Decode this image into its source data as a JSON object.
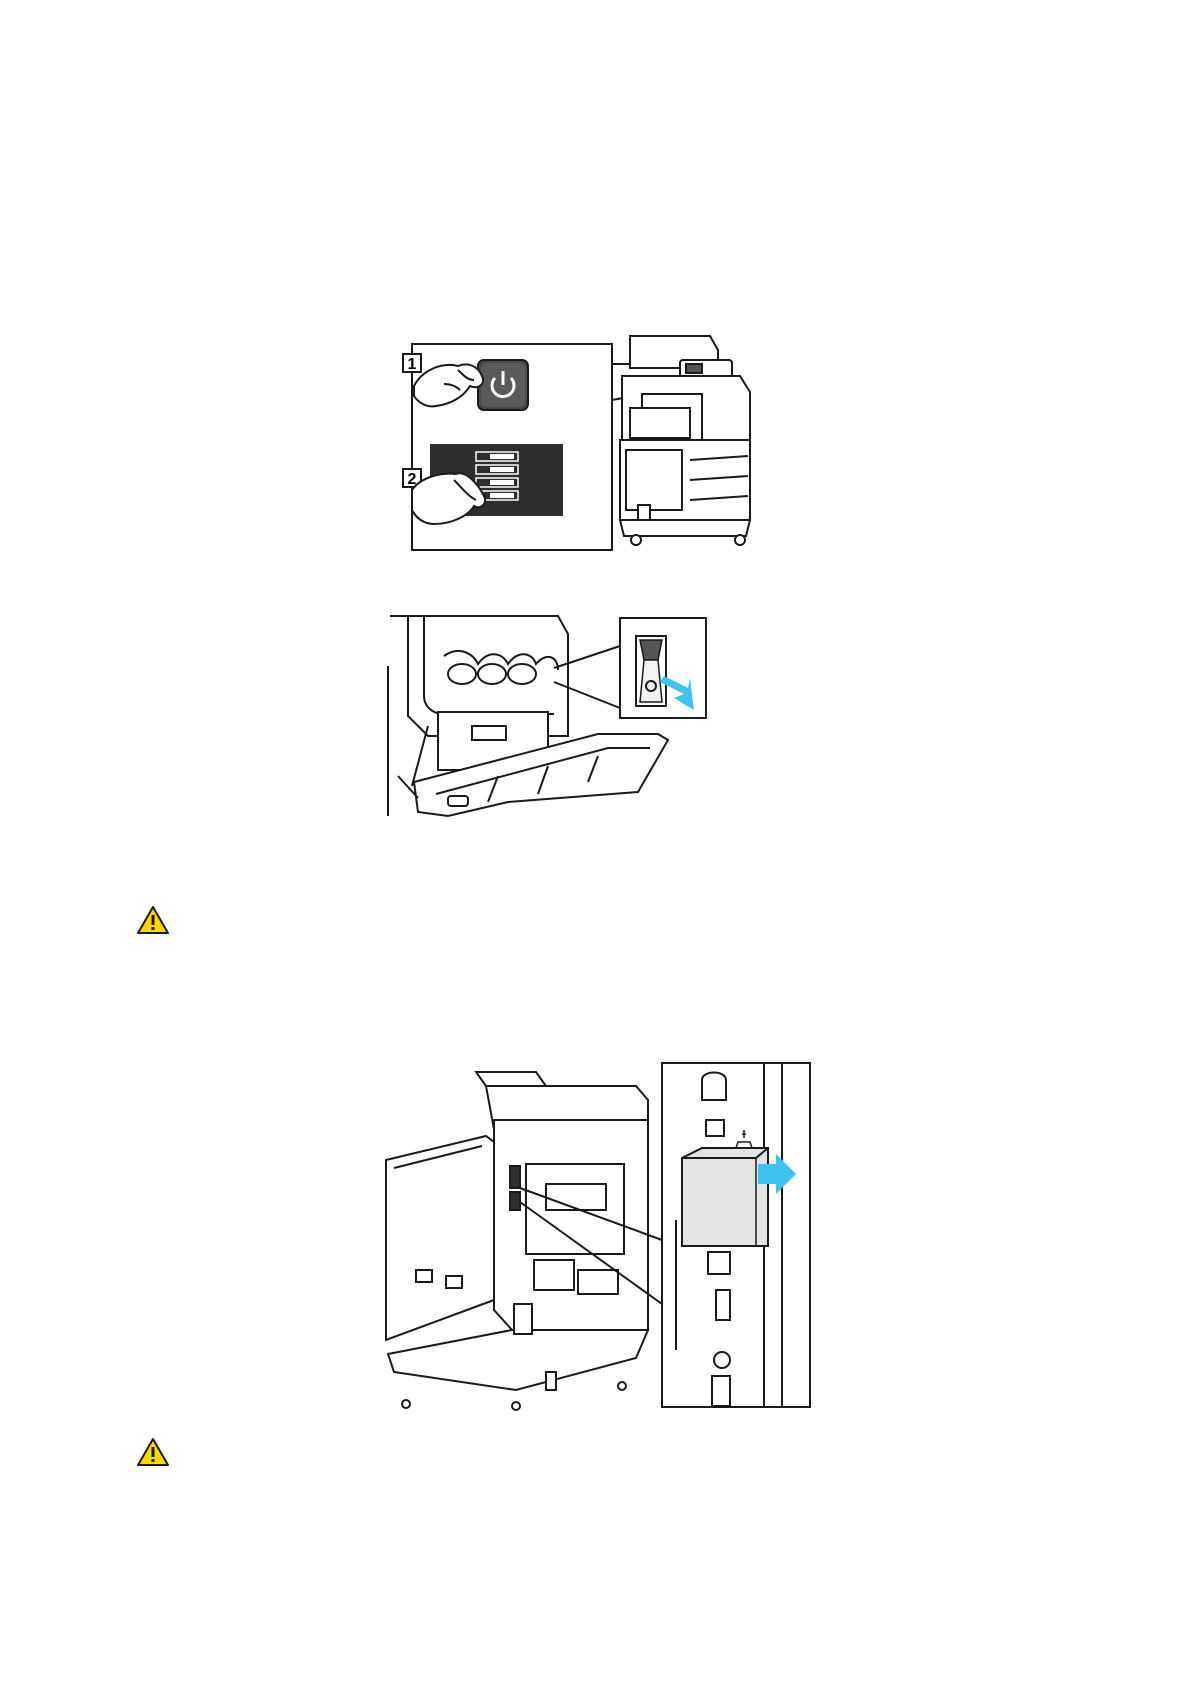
{
  "page": {
    "figures": [
      {
        "id": "power-down-panel",
        "callouts": [
          "1",
          "2"
        ],
        "icons": [
          "hand-icon",
          "power-button-icon",
          "touchscreen-menu-icon",
          "printer-icon"
        ]
      },
      {
        "id": "main-power-switch",
        "icons": [
          "power-rocker-switch-icon",
          "arrow-icon",
          "printer-front-door-icon"
        ]
      },
      {
        "id": "power-cord-unplug",
        "icons": [
          "printer-rear-icon",
          "power-plug-icon",
          "arrow-icon"
        ]
      }
    ],
    "warnings": [
      {
        "icon": "warning-icon"
      },
      {
        "icon": "warning-icon"
      }
    ],
    "colors": {
      "accent_arrow": "#3dc3ee",
      "warning_fill": "#ffd600",
      "line": "#1a1a1a",
      "screen_dark": "#2e2e2e",
      "button_dark": "#4a4a4a",
      "plug_gray": "#e4e4e4"
    }
  }
}
